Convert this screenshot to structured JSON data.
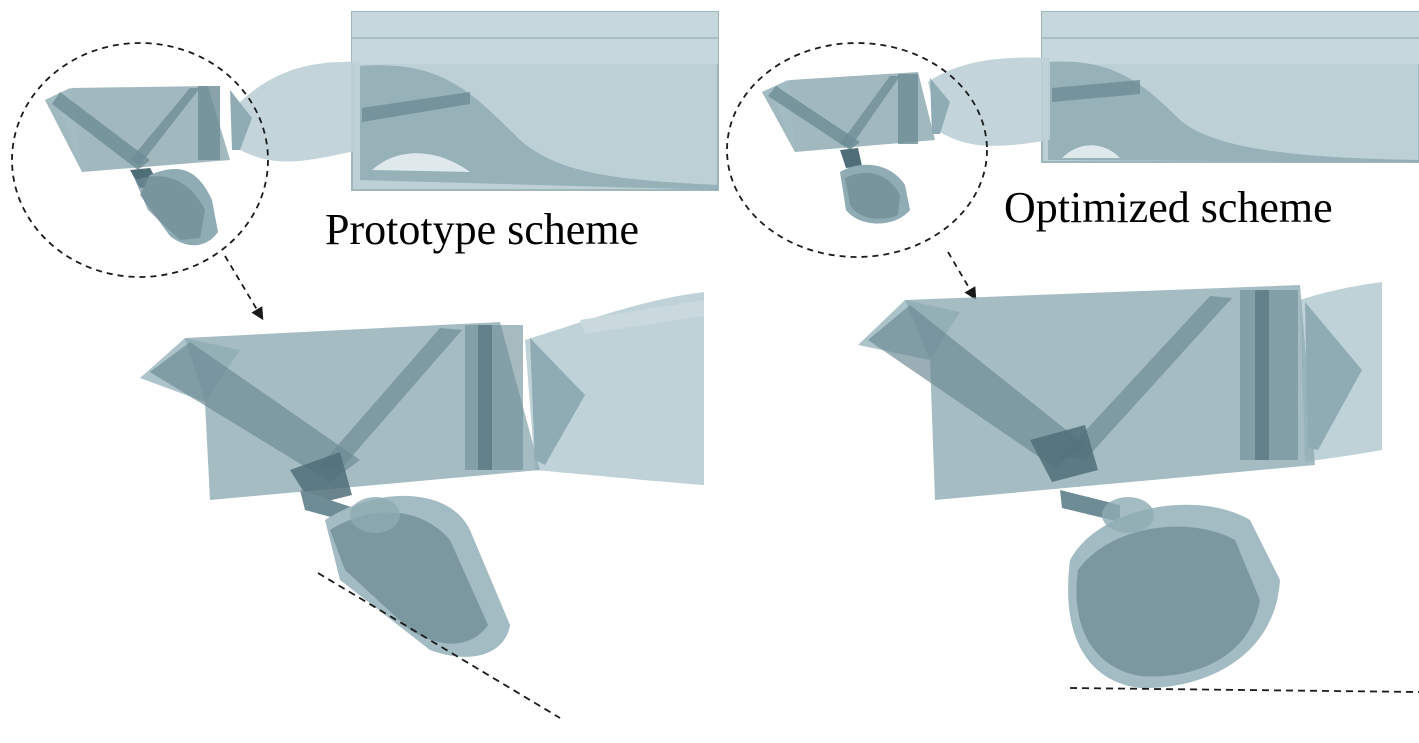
{
  "panels": [
    {
      "id": "prototype",
      "label": "Prototype scheme"
    },
    {
      "id": "optimized",
      "label": "Optimized scheme"
    }
  ],
  "colors": {
    "body": "#bcd0d6",
    "part_mid": "#8fabb3",
    "part_dark": "#6d8c95",
    "part_deep": "#4f6e78",
    "annotation": "#1a1a1a",
    "background": "#ffffff"
  }
}
